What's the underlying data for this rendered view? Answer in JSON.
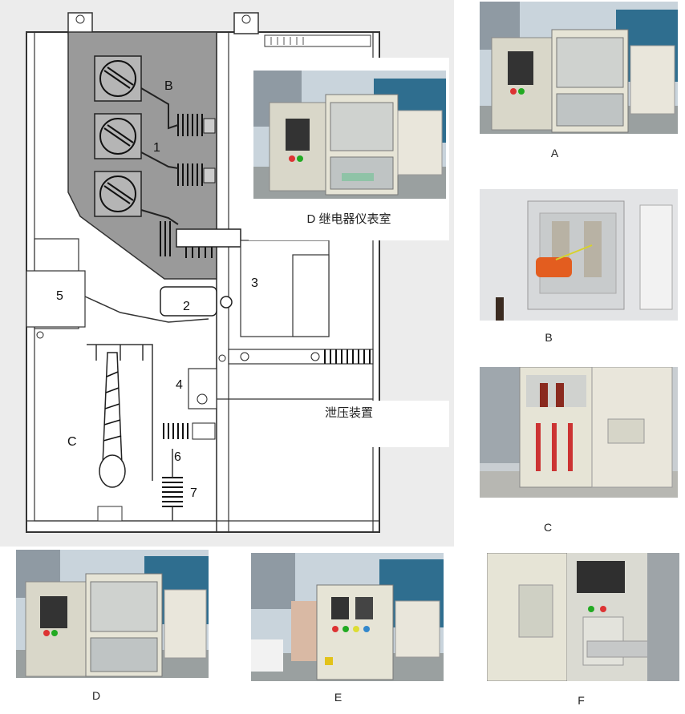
{
  "diagram": {
    "callouts": {
      "b": "B",
      "one": "1",
      "two": "2",
      "three": "3",
      "four": "4",
      "five": "5",
      "six": "6",
      "seven": "7",
      "c": "C"
    },
    "inset_caption": "D 继电器仪表室",
    "pressure_relief_label": "泄压装置"
  },
  "photos": {
    "a": "A",
    "b": "B",
    "c": "C",
    "d": "D",
    "e": "E",
    "f": "F"
  }
}
